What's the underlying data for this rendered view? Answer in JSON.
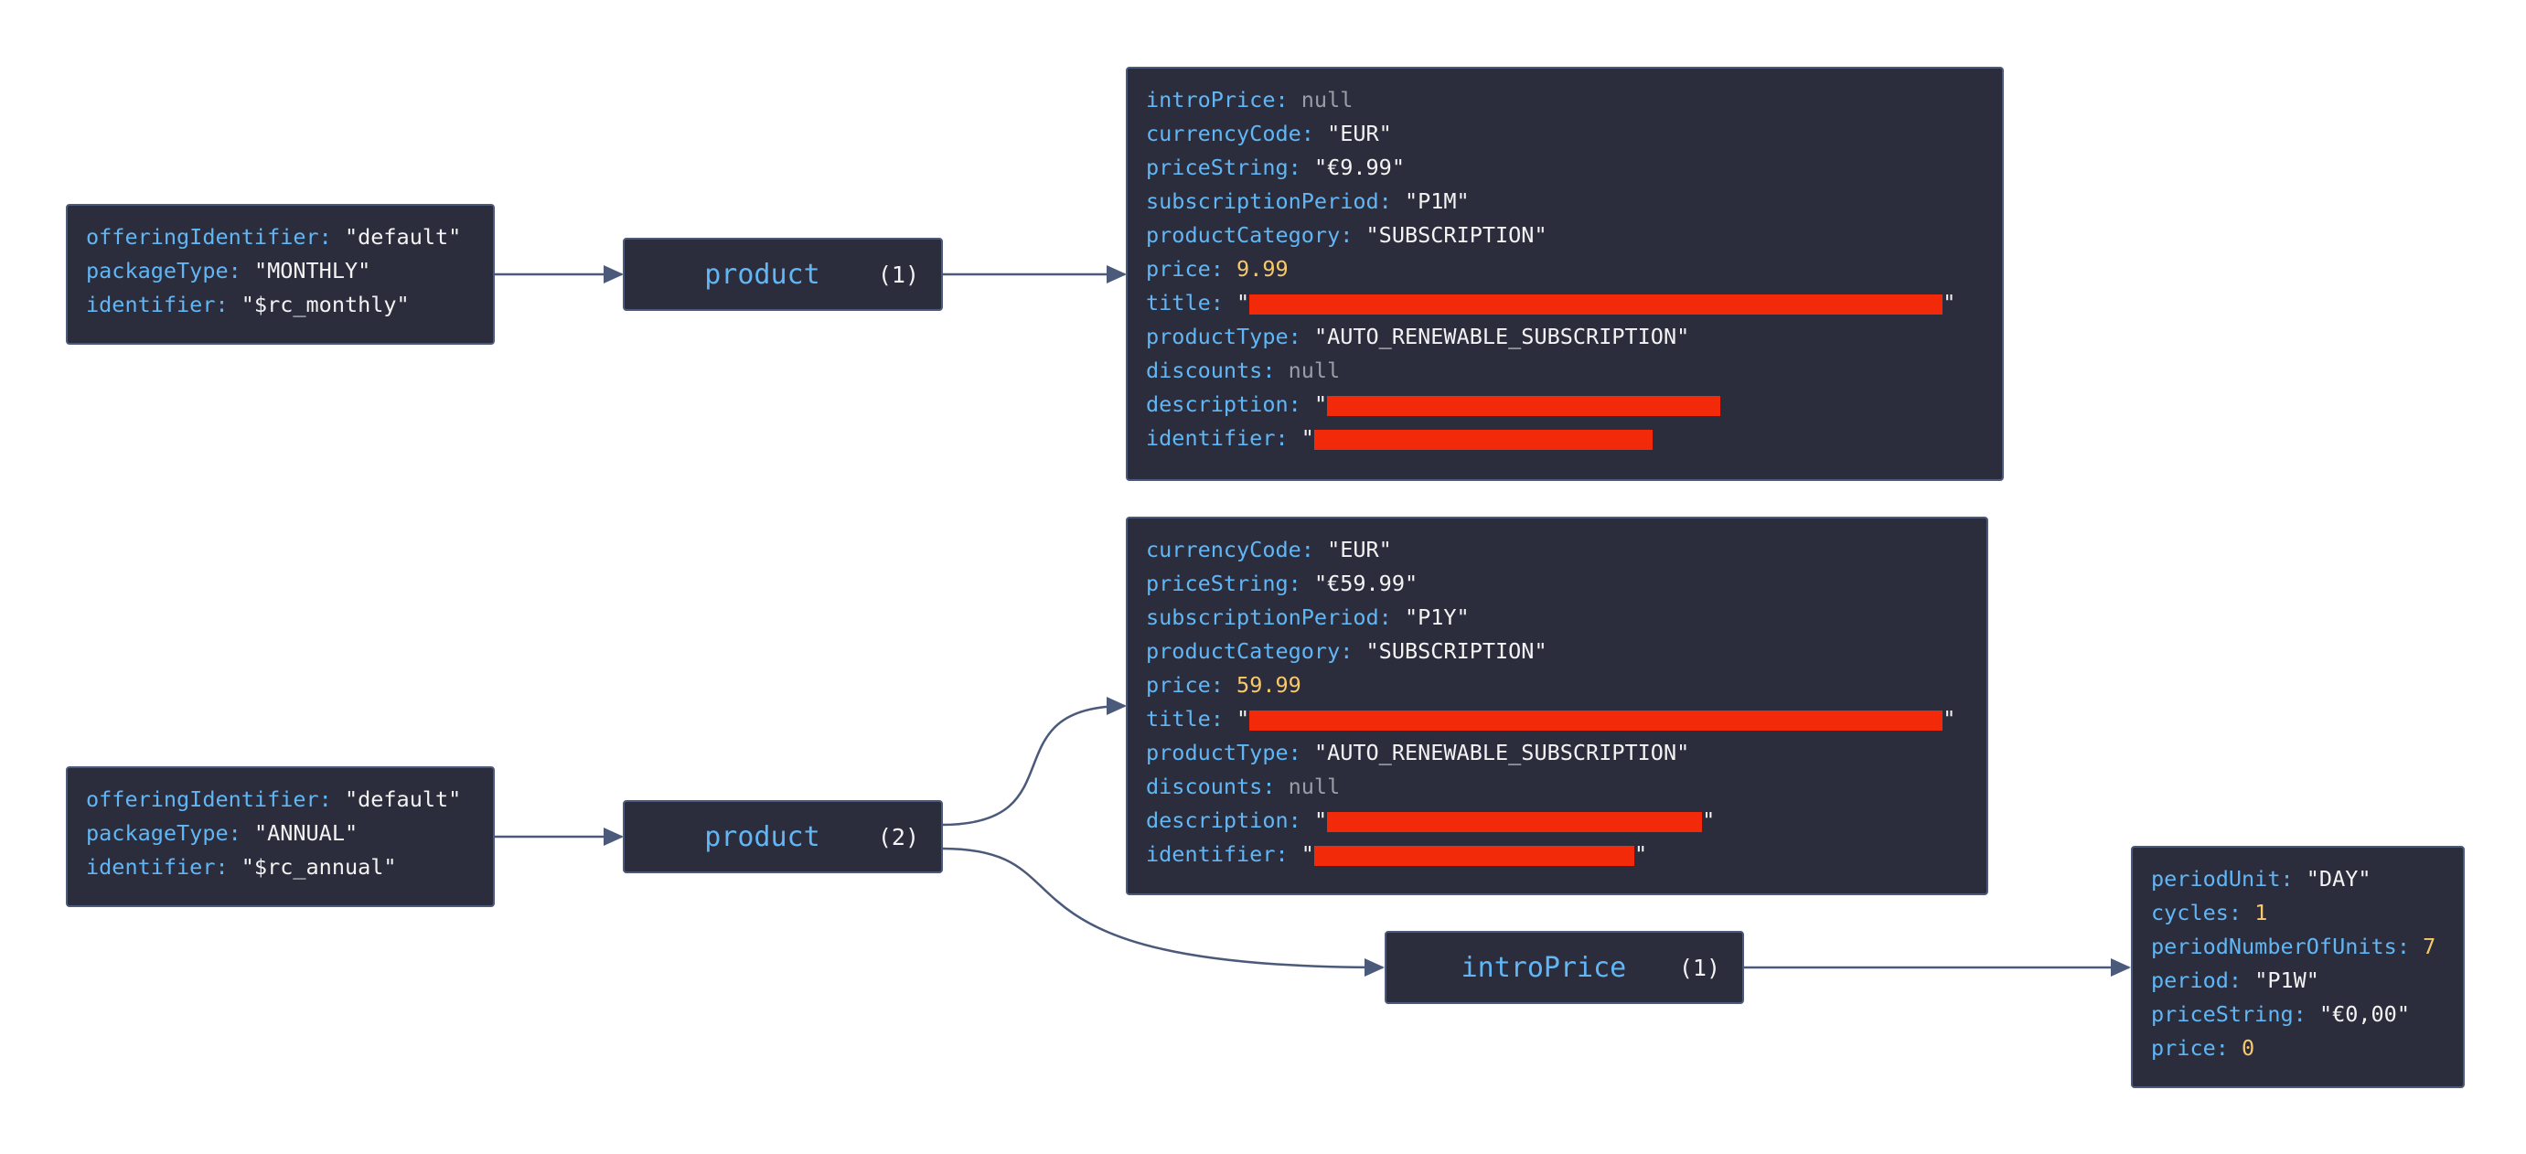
{
  "nodes": {
    "pkg_monthly": {
      "rows": [
        {
          "key": "offeringIdentifier",
          "value": "\"default\""
        },
        {
          "key": "packageType",
          "value": "\"MONTHLY\""
        },
        {
          "key": "identifier",
          "value": "\"$rc_monthly\""
        }
      ]
    },
    "pkg_annual": {
      "rows": [
        {
          "key": "offeringIdentifier",
          "value": "\"default\""
        },
        {
          "key": "packageType",
          "value": "\"ANNUAL\""
        },
        {
          "key": "identifier",
          "value": "\"$rc_annual\""
        }
      ]
    },
    "product1": {
      "label": "product",
      "count": "(1)"
    },
    "product2": {
      "label": "product",
      "count": "(2)"
    },
    "introPrice_label": {
      "label": "introPrice",
      "count": "(1)"
    },
    "product_monthly": {
      "rows": [
        {
          "key": "introPrice",
          "value": "null"
        },
        {
          "key": "currencyCode",
          "value": "\"EUR\""
        },
        {
          "key": "priceString",
          "value": "\"€9.99\""
        },
        {
          "key": "subscriptionPeriod",
          "value": "\"P1M\""
        },
        {
          "key": "productCategory",
          "value": "\"SUBSCRIPTION\""
        },
        {
          "key": "price",
          "value": "9.99"
        },
        {
          "key": "title",
          "value": "\"",
          "after": "\""
        },
        {
          "key": "productType",
          "value": "\"AUTO_RENEWABLE_SUBSCRIPTION\""
        },
        {
          "key": "discounts",
          "value": "null"
        },
        {
          "key": "description",
          "value": "\""
        },
        {
          "key": "identifier",
          "value": "\""
        }
      ]
    },
    "product_annual": {
      "rows": [
        {
          "key": "currencyCode",
          "value": "\"EUR\""
        },
        {
          "key": "priceString",
          "value": "\"€59.99\""
        },
        {
          "key": "subscriptionPeriod",
          "value": "\"P1Y\""
        },
        {
          "key": "productCategory",
          "value": "\"SUBSCRIPTION\""
        },
        {
          "key": "price",
          "value": "59.99"
        },
        {
          "key": "title",
          "value": "\"",
          "after": "\""
        },
        {
          "key": "productType",
          "value": "\"AUTO_RENEWABLE_SUBSCRIPTION\""
        },
        {
          "key": "discounts",
          "value": "null"
        },
        {
          "key": "description",
          "value": "\"",
          "after": "\""
        },
        {
          "key": "identifier",
          "value": "\"",
          "after": "\""
        }
      ]
    },
    "intro_price": {
      "rows": [
        {
          "key": "periodUnit",
          "value": "\"DAY\""
        },
        {
          "key": "cycles",
          "value": "1"
        },
        {
          "key": "periodNumberOfUnits",
          "value": "7"
        },
        {
          "key": "period",
          "value": "\"P1W\""
        },
        {
          "key": "priceString",
          "value": "\"€0,00\""
        },
        {
          "key": "price",
          "value": "0"
        }
      ]
    }
  },
  "colors": {
    "background": "#ffffff",
    "node_fill": "#2b2d3d",
    "node_border": "#4b5a7a",
    "key": "#61b6f5",
    "string": "#f3f3f3",
    "number": "#f7c96b",
    "null": "#9a9ca6",
    "edge": "#4b5a7a",
    "redaction": "#f22a0a"
  }
}
